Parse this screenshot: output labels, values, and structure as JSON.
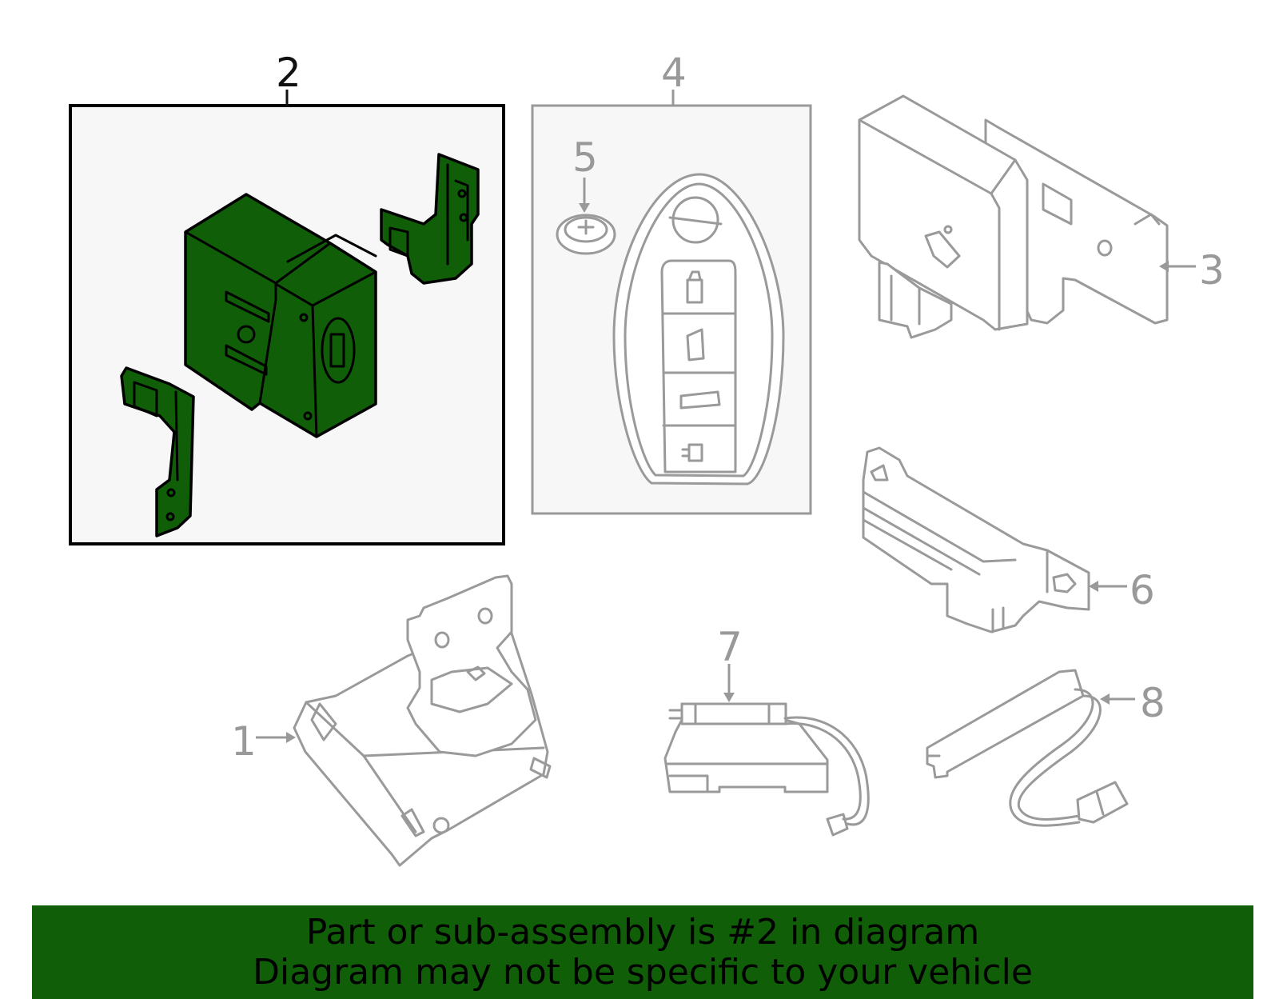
{
  "callouts": {
    "c1": "1",
    "c2": "2",
    "c3": "3",
    "c4": "4",
    "c5": "5",
    "c6": "6",
    "c7": "7",
    "c8": "8"
  },
  "banner": {
    "line1": "Part or sub-assembly is #2 in diagram",
    "line2": "Diagram may not be specific to your vehicle"
  },
  "colors": {
    "highlight": "#115e08",
    "banner": "#115e08",
    "muted_line": "#999999",
    "active_frame": "#000000",
    "panel_bg": "#f7f7f7"
  }
}
